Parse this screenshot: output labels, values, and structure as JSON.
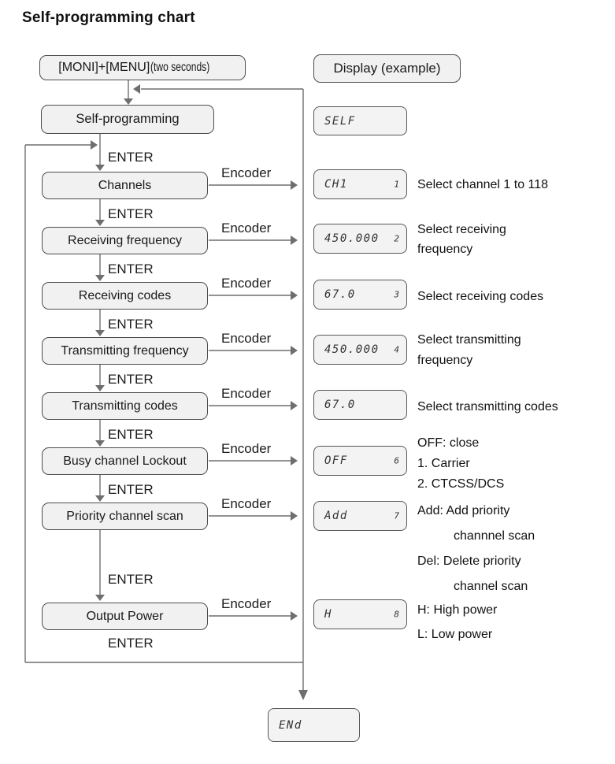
{
  "title": "Self-programming chart",
  "labels": {
    "enter": "ENTER",
    "encoder": "Encoder"
  },
  "start": {
    "main": "[MONI]+[MENU]",
    "suffix": "(two seconds)"
  },
  "display_header": "Display (example)",
  "self_step": {
    "label": "Self-programming",
    "lcd": "SELF"
  },
  "end_step": {
    "lcd": "ENd"
  },
  "colors": {
    "box_fill": "#f1f1f1",
    "box_border": "#4d4d4d",
    "line": "#6e6e6e",
    "text": "#111111",
    "lcd_text": "#333333"
  },
  "steps": [
    {
      "label": "Channels",
      "lcd": "CH1",
      "step_no": "1",
      "desc": [
        "Select channel 1 to 118"
      ]
    },
    {
      "label": "Receiving frequency",
      "lcd": "450.000",
      "step_no": "2",
      "desc": [
        "Select receiving",
        "frequency"
      ]
    },
    {
      "label": "Receiving codes",
      "lcd": "67.0",
      "step_no": "3",
      "desc": [
        "Select receiving codes"
      ]
    },
    {
      "label": "Transmitting frequency",
      "lcd": "450.000",
      "step_no": "4",
      "desc": [
        "Select transmitting",
        "frequency"
      ]
    },
    {
      "label": "Transmitting codes",
      "lcd": "67.0",
      "step_no": "",
      "desc": [
        "Select transmitting codes"
      ]
    },
    {
      "label": "Busy channel Lockout",
      "lcd": "OFF",
      "step_no": "6",
      "desc": [
        "OFF: close",
        "1. Carrier",
        "2. CTCSS/DCS"
      ]
    },
    {
      "label": "Priority channel scan",
      "lcd": "Add",
      "step_no": "7",
      "desc": [
        "Add: Add priority",
        "channnel scan",
        "Del: Delete priority",
        "channel scan"
      ]
    },
    {
      "label": "Output Power",
      "lcd": "H",
      "step_no": "8",
      "desc": [
        "H: High power",
        "L: Low power"
      ]
    }
  ]
}
